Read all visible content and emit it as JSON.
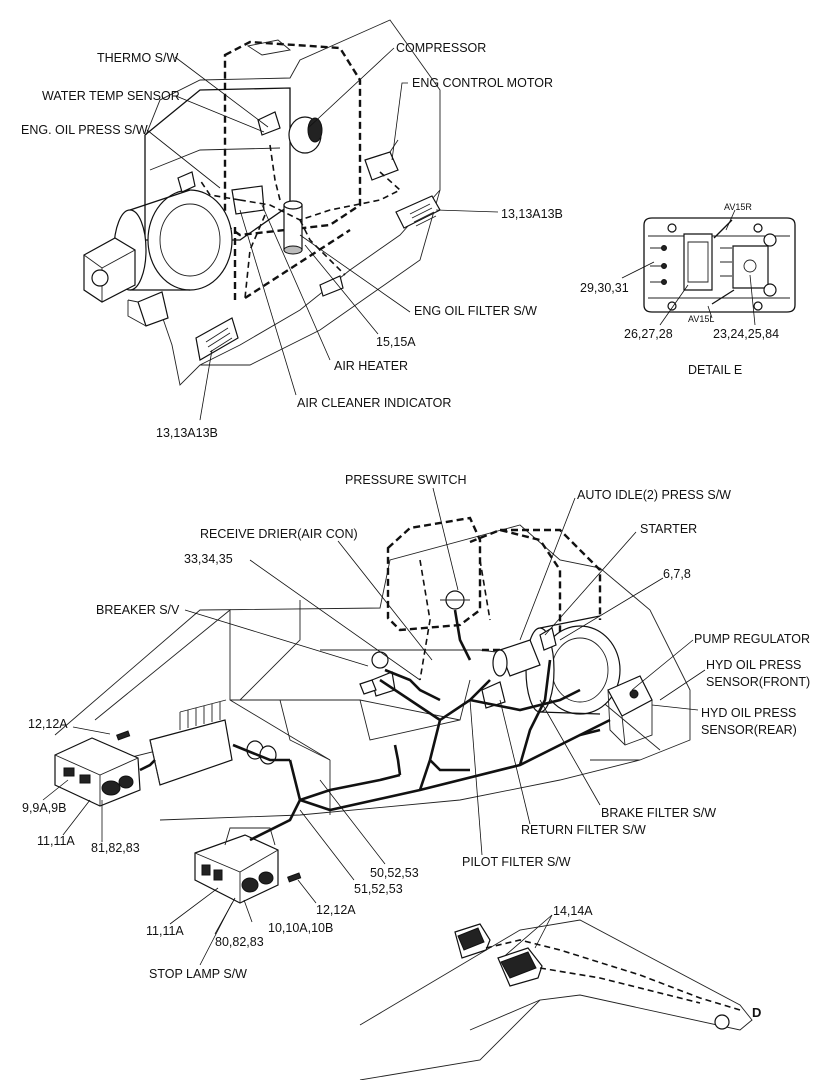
{
  "labels": {
    "thermo_sw": "THERMO S/W",
    "water_temp_sensor": "WATER TEMP SENSOR",
    "eng_oil_press_sw": "ENG. OIL PRESS S/W",
    "compressor": "COMPRESSOR",
    "eng_control_motor": "ENG CONTROL MOTOR",
    "lamp_13_right": "13,13A13B",
    "eng_oil_filter_sw": "ENG OIL FILTER S/W",
    "part_15": "15,15A",
    "air_heater": "AIR HEATER",
    "air_cleaner_indicator": "AIR CLEANER INDICATOR",
    "lamp_13_left": "13,13A13B",
    "pressure_switch": "PRESSURE SWITCH",
    "auto_idle_press_sw": "AUTO IDLE(2) PRESS S/W",
    "receive_drier": "RECEIVE DRIER(AIR CON)",
    "starter": "STARTER",
    "part_33": "33,34,35",
    "part_6": "6,7,8",
    "breaker_sv": "BREAKER S/V",
    "pump_regulator": "PUMP REGULATOR",
    "hyd_front_1": "HYD OIL PRESS",
    "hyd_front_2": "SENSOR(FRONT)",
    "hyd_rear_1": "HYD OIL PRESS",
    "hyd_rear_2": "SENSOR(REAR)",
    "part_12_top": "12,12A",
    "part_9": "9,9A,9B",
    "part_11_top": "11,11A",
    "part_81": "81,82,83",
    "brake_filter_sw": "BRAKE FILTER S/W",
    "return_filter_sw": "RETURN FILTER S/W",
    "part_50": "50,52,53",
    "pilot_filter_sw": "PILOT FILTER S/W",
    "part_51": "51,52,53",
    "part_12_bottom": "12,12A",
    "part_11_bottom": "11,11A",
    "part_10": "10,10A,10B",
    "part_80": "80,82,83",
    "stop_lamp_sw": "STOP LAMP S/W",
    "part_14": "14,14A",
    "marker_d": "D"
  },
  "detail_e": {
    "title": "DETAIL  E",
    "av15r": "AV15R",
    "av15l": "AV15L",
    "part_29": "29,30,31",
    "part_26": "26,27,28",
    "part_23": "23,24,25,84"
  }
}
